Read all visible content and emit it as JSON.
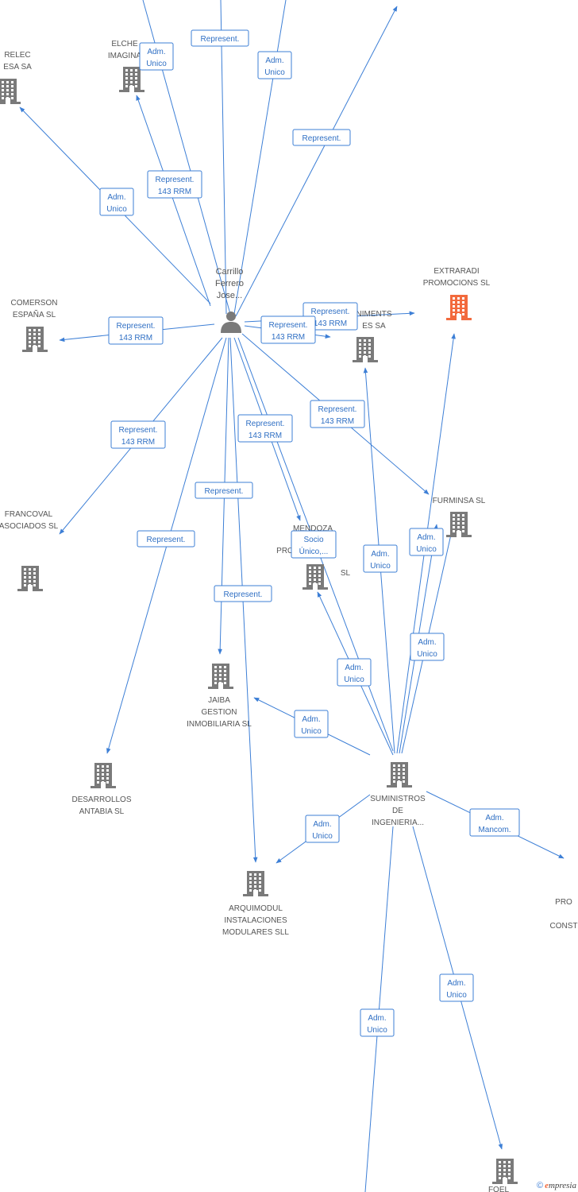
{
  "person": {
    "name_lines": [
      "Carrillo",
      "Ferrero",
      "Jose..."
    ]
  },
  "companies": [
    {
      "id": "elec",
      "lines": [
        "RELEC",
        "ESA SA"
      ],
      "highlight": false
    },
    {
      "id": "elche",
      "lines": [
        "ELCHE",
        "IMAGINA"
      ],
      "highlight": false
    },
    {
      "id": "extraradi",
      "lines": [
        "EXTRARADI",
        "PROMOCIONS SL"
      ],
      "highlight": true
    },
    {
      "id": "comerson",
      "lines": [
        "COMERSON",
        "ESPAÑA SL"
      ],
      "highlight": false
    },
    {
      "id": "niments",
      "lines": [
        "NIMENTS",
        "ES SA"
      ],
      "highlight": false
    },
    {
      "id": "furminsa",
      "lines": [
        "FURMINSA SL"
      ],
      "highlight": false
    },
    {
      "id": "francoval",
      "lines": [
        "FRANCOVAL",
        "ASOCIADOS SL"
      ],
      "highlight": false
    },
    {
      "id": "mendoza",
      "lines": [
        "MENDOZA",
        "PRO",
        "SL"
      ],
      "highlight": false
    },
    {
      "id": "jaiba",
      "lines": [
        "JAIBA",
        "GESTION",
        "INMOBILIARIA SL"
      ],
      "highlight": false
    },
    {
      "id": "desarrollos",
      "lines": [
        "DESARROLLOS",
        "ANTABIA SL"
      ],
      "highlight": false
    },
    {
      "id": "suministros",
      "lines": [
        "SUMINISTROS",
        "DE",
        "INGENIERIA..."
      ],
      "highlight": false
    },
    {
      "id": "arquimodul",
      "lines": [
        "ARQUIMODUL",
        "INSTALACIONES",
        "MODULARES SLL"
      ],
      "highlight": false
    },
    {
      "id": "const",
      "lines": [
        "PRO",
        "CONST"
      ],
      "highlight": false
    },
    {
      "id": "bottom",
      "lines": [
        "FOEL"
      ],
      "highlight": false
    }
  ],
  "edge_labels": [
    {
      "id": "l1",
      "lines": [
        "Represent."
      ]
    },
    {
      "id": "l2",
      "lines": [
        "Adm.",
        "Unico"
      ]
    },
    {
      "id": "l3",
      "lines": [
        "Adm.",
        "Unico"
      ]
    },
    {
      "id": "l4",
      "lines": [
        "Represent."
      ]
    },
    {
      "id": "l5",
      "lines": [
        "Represent.",
        "143 RRM"
      ]
    },
    {
      "id": "l6",
      "lines": [
        "Adm.",
        "Unico"
      ]
    },
    {
      "id": "l7",
      "lines": [
        "Represent.",
        "143 RRM"
      ]
    },
    {
      "id": "l8",
      "lines": [
        "Represent.",
        "143 RRM"
      ]
    },
    {
      "id": "l9",
      "lines": [
        "Represent.",
        "143 RRM"
      ]
    },
    {
      "id": "l10",
      "lines": [
        "Represent.",
        "143 RRM"
      ]
    },
    {
      "id": "l11",
      "lines": [
        "Represent.",
        "143 RRM"
      ]
    },
    {
      "id": "l12",
      "lines": [
        "Represent.",
        "143 RRM"
      ]
    },
    {
      "id": "l13",
      "lines": [
        "Represent."
      ]
    },
    {
      "id": "l14",
      "lines": [
        "Represent."
      ]
    },
    {
      "id": "l15",
      "lines": [
        "Socio",
        "Único,..."
      ]
    },
    {
      "id": "l16",
      "lines": [
        "Adm.",
        "Unico"
      ]
    },
    {
      "id": "l17",
      "lines": [
        "Adm.",
        "Unico"
      ]
    },
    {
      "id": "l18",
      "lines": [
        "Represent."
      ]
    },
    {
      "id": "l19",
      "lines": [
        "Adm.",
        "Unico"
      ]
    },
    {
      "id": "l20",
      "lines": [
        "Adm.",
        "Unico"
      ]
    },
    {
      "id": "l21",
      "lines": [
        "Adm.",
        "Unico"
      ]
    },
    {
      "id": "l22",
      "lines": [
        "Adm.",
        "Unico"
      ]
    },
    {
      "id": "l23",
      "lines": [
        "Adm.",
        "Mancom."
      ]
    },
    {
      "id": "l24",
      "lines": [
        "Adm.",
        "Unico"
      ]
    },
    {
      "id": "l25",
      "lines": [
        "Adm.",
        "Unico"
      ]
    }
  ],
  "brand": {
    "copyright": "©",
    "initial": "e",
    "rest": "mpresia"
  },
  "colors": {
    "edge": "#3d7fd6",
    "node": "#7a7a7a",
    "highlight": "#f26a3d"
  }
}
